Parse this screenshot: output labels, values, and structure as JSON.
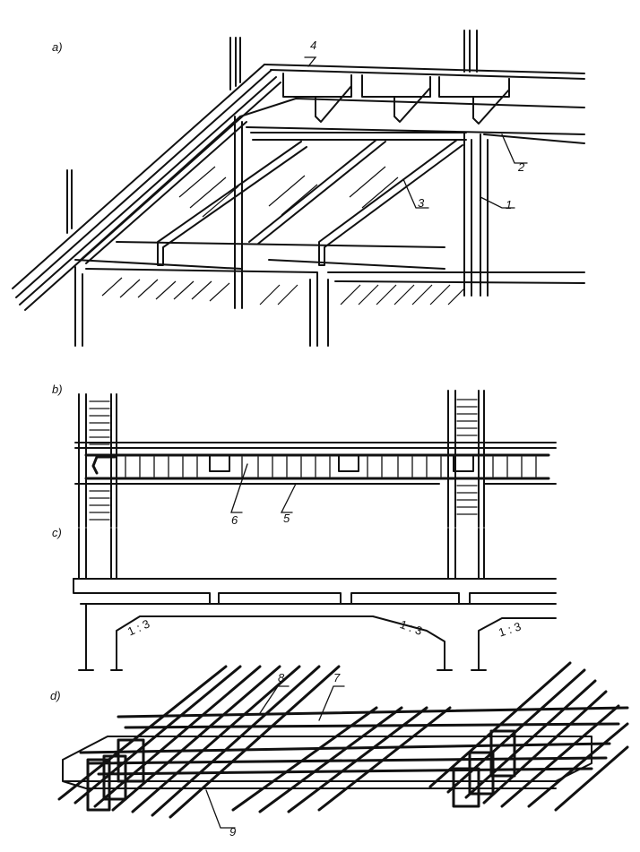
{
  "panels": {
    "a": "a)",
    "b": "b)",
    "c": "c)",
    "d": "d)"
  },
  "callouts": {
    "n1": "1",
    "n2": "2",
    "n3": "3",
    "n4": "4",
    "n5": "5",
    "n6": "6",
    "n7": "7",
    "n8": "8",
    "n9": "9"
  },
  "haunch_slopes": {
    "left": "1 : 3",
    "middle": "1 : 3",
    "right": "1 : 3"
  }
}
